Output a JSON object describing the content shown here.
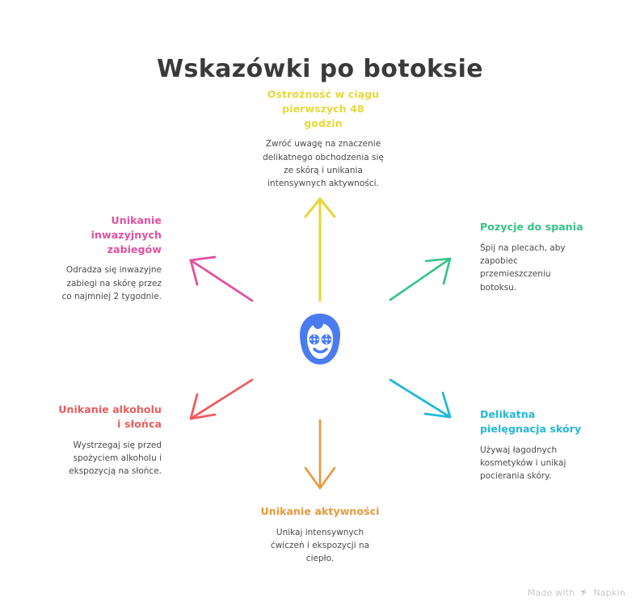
{
  "page": {
    "title": "Wskazówki po botoksie",
    "background_color": "#ffffff",
    "title_color": "#3a3a3a"
  },
  "center": {
    "icon": "face-mask-spa-icon",
    "color": "#4a7cf0"
  },
  "nodes": [
    {
      "id": "top",
      "title": "Ostrożność w ciągu pierwszych 48 godzin",
      "body": "Zwróć uwagę na znaczenie delikatnego obchodzenia się ze skórą i unikania intensywnych aktywności.",
      "color": "#e6d83c",
      "align": "center"
    },
    {
      "id": "right-top",
      "title": "Pozycje do spania",
      "body": "Śpij na plecach, aby zapobiec przemieszczeniu botoksu.",
      "color": "#34c387",
      "align": "left"
    },
    {
      "id": "right-bottom",
      "title": "Delikatna pielęgnacja skóry",
      "body": "Używaj łagodnych kosmetyków i unikaj pocierania skóry.",
      "color": "#22b8d8",
      "align": "left"
    },
    {
      "id": "bottom",
      "title": "Unikanie aktywności",
      "body": "Unikaj intensywnych ćwiczeń i ekspozycji na ciepło.",
      "color": "#e8983c",
      "align": "center"
    },
    {
      "id": "left-bottom",
      "title": "Unikanie alkoholu i słońca",
      "body": "Wystrzegaj się przed spożyciem alkoholu i ekspozycją na słońce.",
      "color": "#ec5c5c",
      "align": "right"
    },
    {
      "id": "left-top",
      "title": "Unikanie inwazyjnych zabiegów",
      "body": "Odradza się inwazyjne zabiegi na skórę przez co najmniej 2 tygodnie.",
      "color": "#e3509e",
      "align": "right"
    }
  ],
  "arrows": [
    {
      "id": "arrow-up",
      "direction": "up",
      "color": "#e6d83c"
    },
    {
      "id": "arrow-up-right",
      "direction": "up-right",
      "color": "#34c387"
    },
    {
      "id": "arrow-down-right",
      "direction": "down-right",
      "color": "#22b8d8"
    },
    {
      "id": "arrow-down",
      "direction": "down",
      "color": "#e8983c"
    },
    {
      "id": "arrow-down-left",
      "direction": "down-left",
      "color": "#ec5c5c"
    },
    {
      "id": "arrow-up-left",
      "direction": "up-left",
      "color": "#e3509e"
    }
  ],
  "footer": {
    "made_with": "Made with",
    "brand": "Napkin",
    "logo_icon": "napkin-logo-icon",
    "color": "#c9c9c9"
  }
}
